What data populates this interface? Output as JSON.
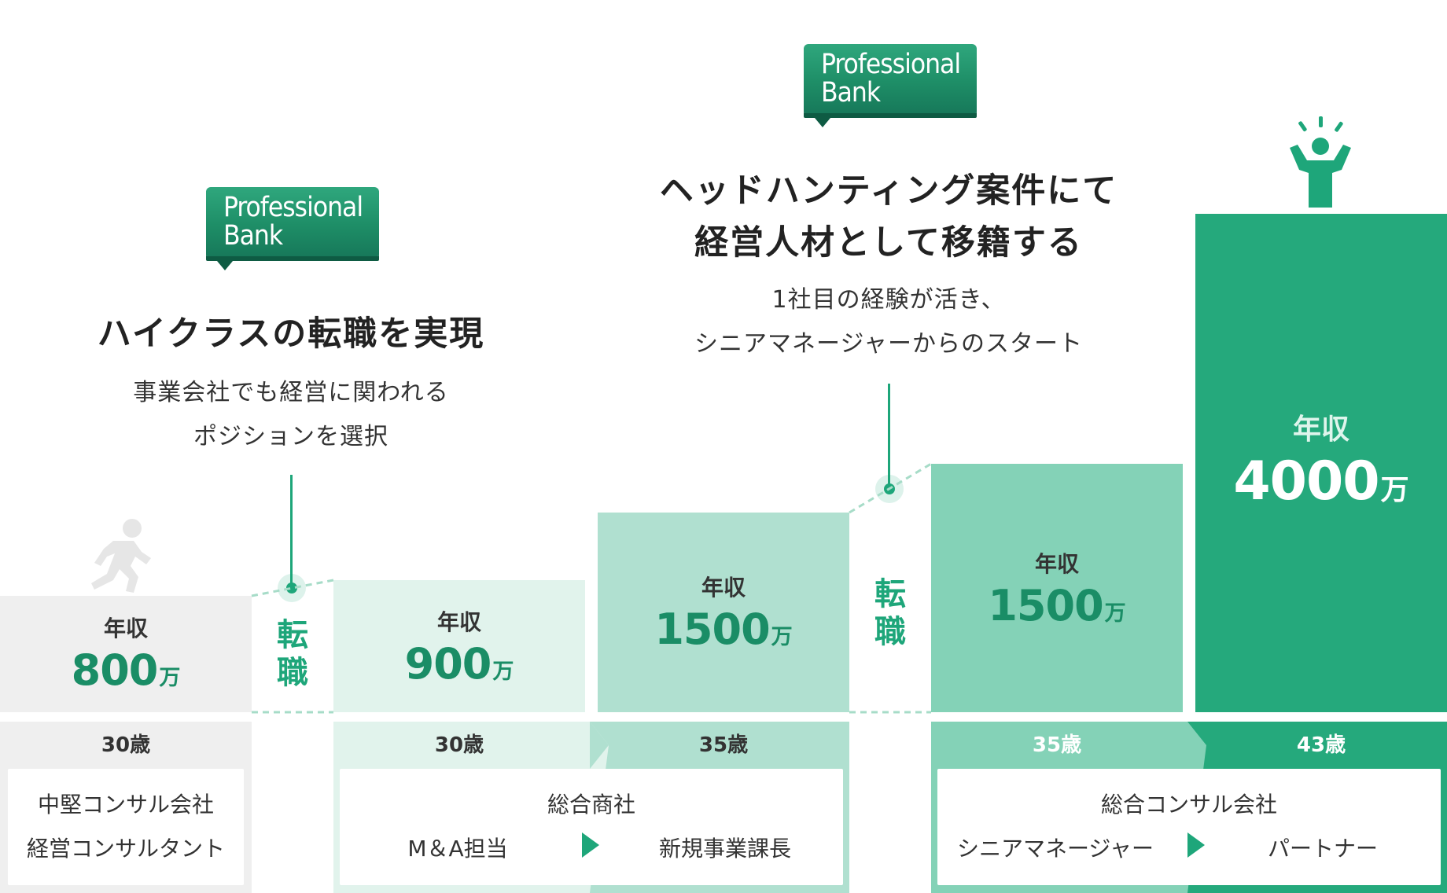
{
  "logo": {
    "line1": "Professional",
    "line2": "Bank"
  },
  "step1": {
    "heading": "ハイクラスの転職を実現",
    "sub1": "事業会社でも経営に関われる",
    "sub2": "ポジションを選択"
  },
  "step2": {
    "heading1": "ヘッドハンティング案件にて",
    "heading2": "経営人材として移籍する",
    "sub1": "1社目の経験が活き、",
    "sub2": "シニアマネージャーからのスタート"
  },
  "transfer_label1": "転",
  "transfer_label2": "職",
  "salary_label": "年収",
  "unit": "万",
  "bars": [
    {
      "value": "800",
      "age": "30歳"
    },
    {
      "value": "900",
      "age": "30歳"
    },
    {
      "value": "1500",
      "age": "35歳"
    },
    {
      "value": "1500",
      "age": "35歳"
    },
    {
      "value": "4000",
      "age": "43歳"
    }
  ],
  "cards": {
    "c1_company": "中堅コンサル会社",
    "c1_role": "経営コンサルタント",
    "c2_company": "総合商社",
    "c2_role_from": "M＆A担当",
    "c2_role_to": "新規事業課長",
    "c3_company": "総合コンサル会社",
    "c3_role_from": "シニアマネージャー",
    "c3_role_to": "パートナー"
  },
  "colors": {
    "accent": "#1ea67a",
    "bar_gray": "#efefef",
    "bar1": "#e1f3ec",
    "bar2": "#b0e0d0",
    "bar3": "#84d2b7",
    "bar4": "#25a97c"
  }
}
